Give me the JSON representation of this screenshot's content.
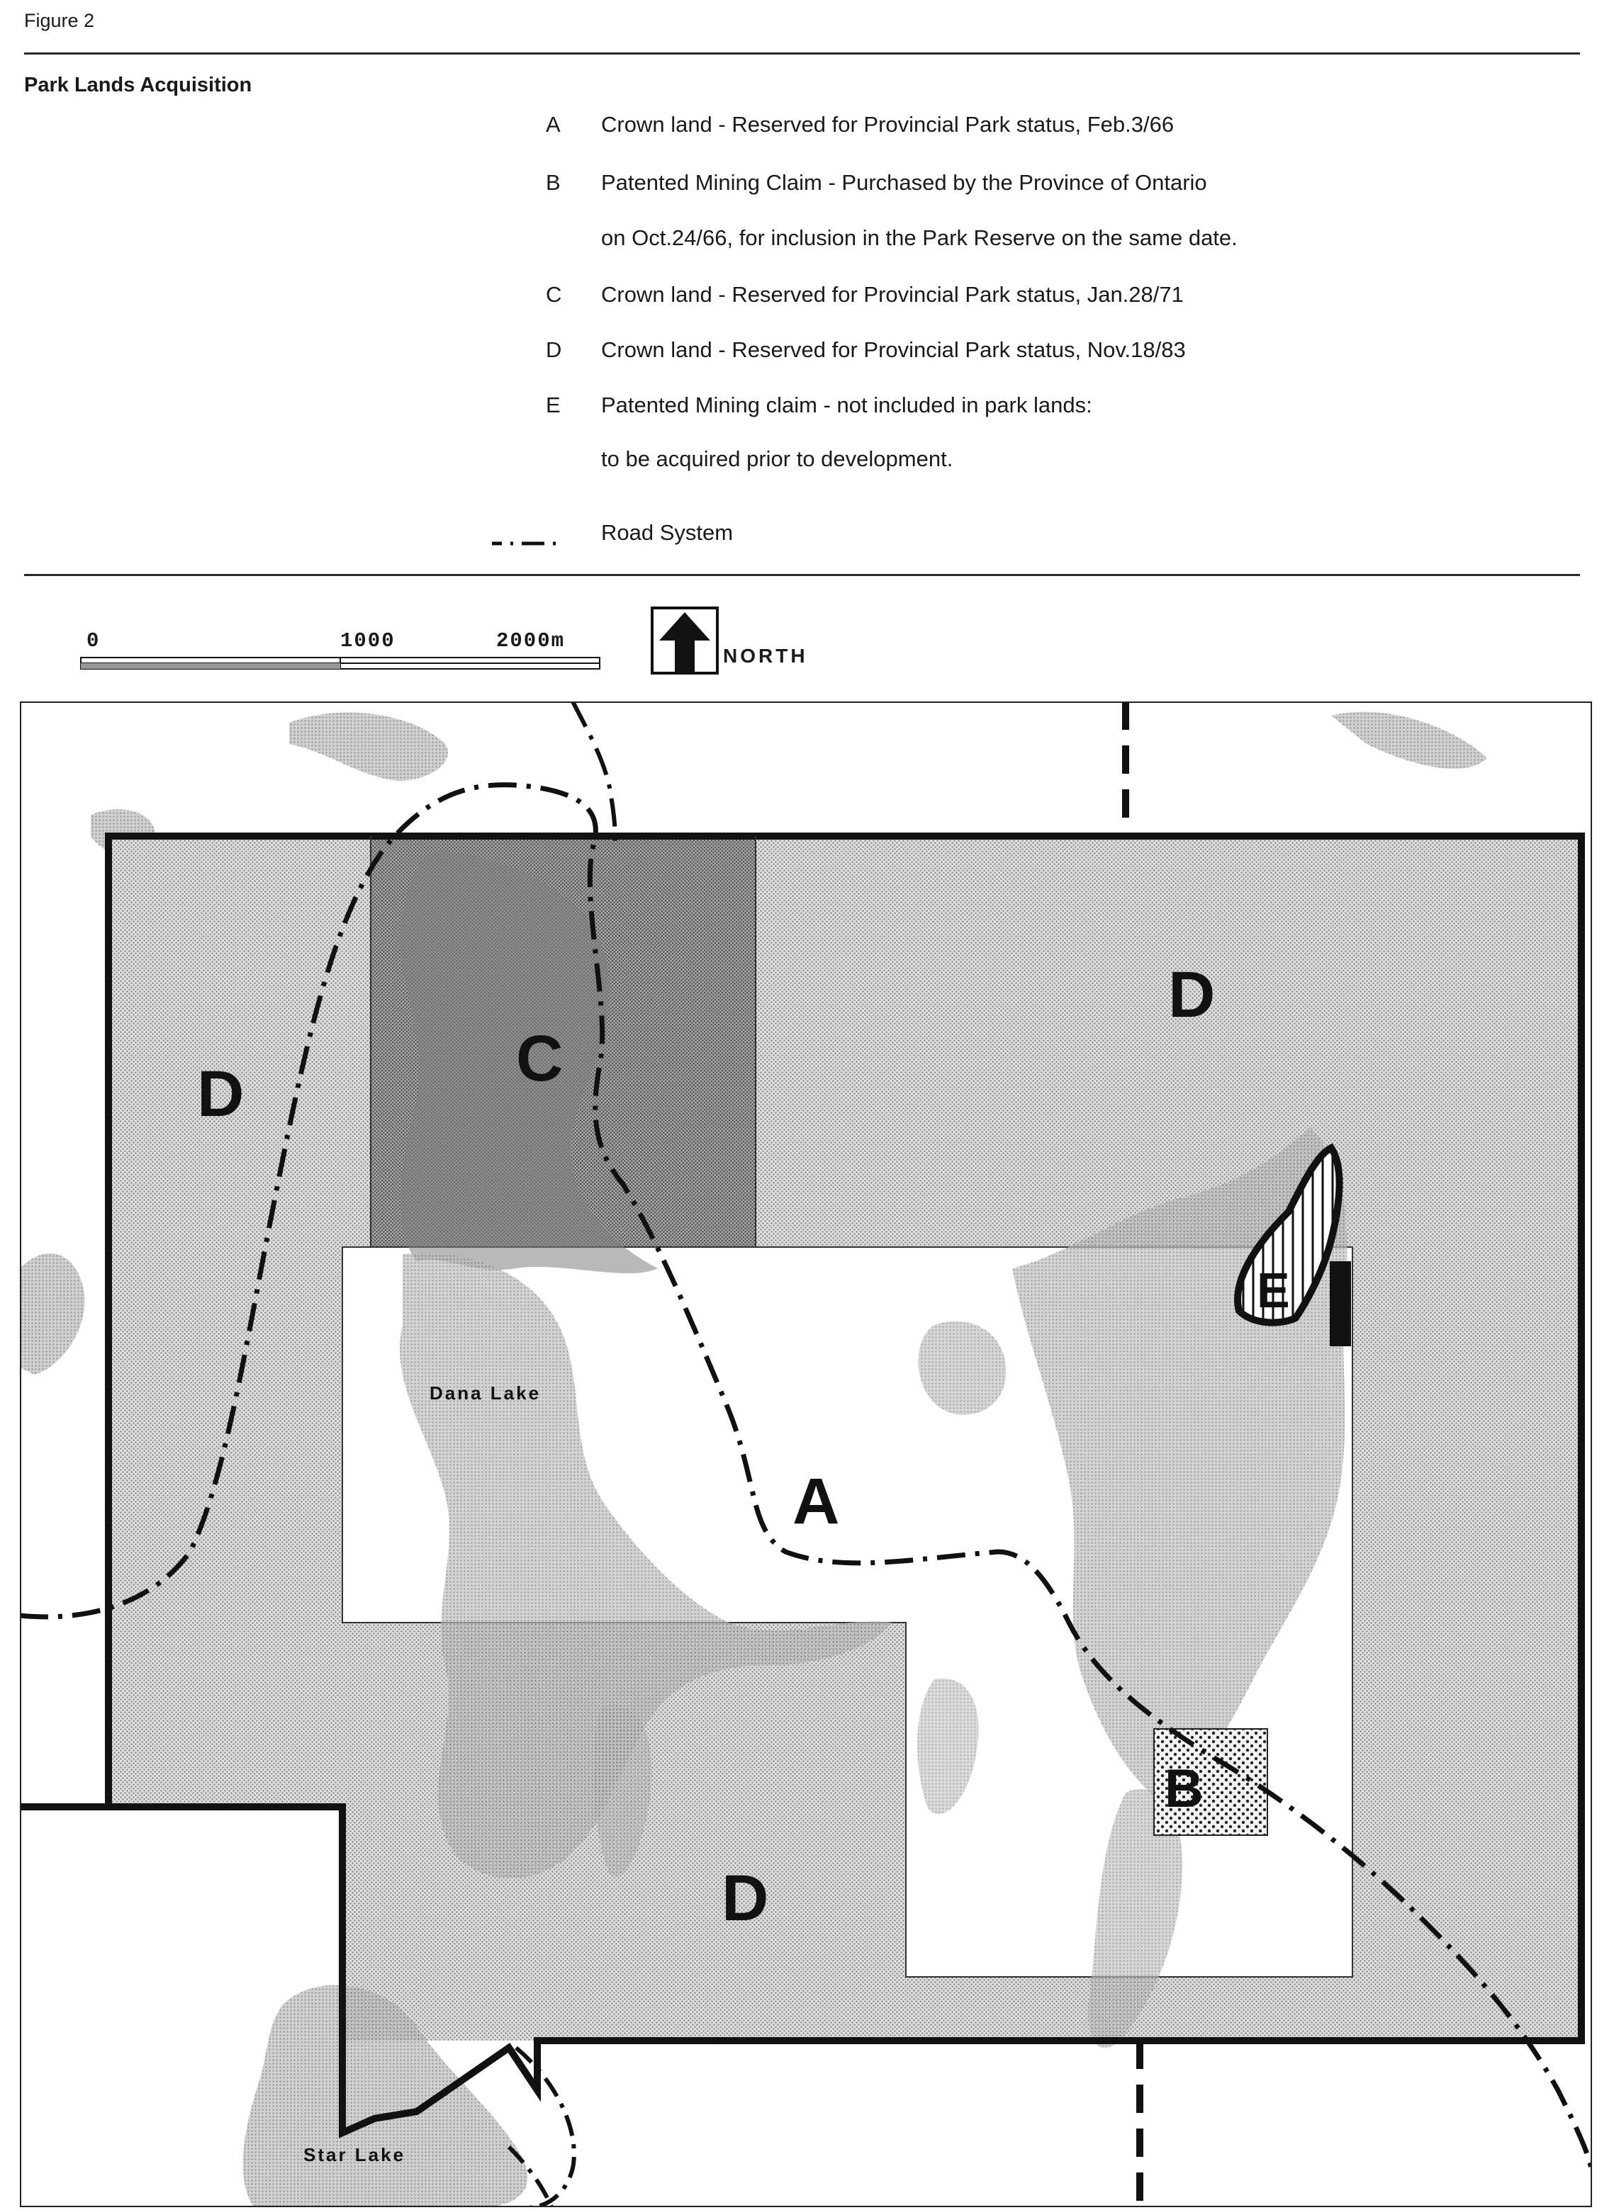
{
  "figure_label": "Figure 2",
  "title": "Park Lands Acquisition",
  "legend": {
    "items": [
      {
        "key": "A",
        "text": "Crown land - Reserved for Provincial Park status, Feb.3/66"
      },
      {
        "key": "B",
        "text": "Patented Mining Claim - Purchased by the Province of Ontario",
        "continuation": "on Oct.24/66, for inclusion in the Park Reserve on the same date."
      },
      {
        "key": "C",
        "text": "Crown land - Reserved for Provincial Park status, Jan.28/71"
      },
      {
        "key": "D",
        "text": "Crown land - Reserved for Provincial Park status, Nov.18/83"
      },
      {
        "key": "E",
        "text": "Patented Mining claim - not included in park lands:",
        "continuation": "to be acquired prior to development."
      }
    ],
    "road_label": "Road System"
  },
  "scale_bar": {
    "labels": [
      "0",
      "1000",
      "2000m"
    ]
  },
  "north_arrow": {
    "label": "NORTH"
  },
  "map": {
    "parcel_labels": [
      "D",
      "C",
      "D",
      "A",
      "E",
      "B",
      "D"
    ],
    "lake_labels": [
      "Dana Lake",
      "Star Lake"
    ],
    "colors": {
      "stipple": "#c9c9c9",
      "lake": "#a9a9a9",
      "parcel_c": "#9a9a9a",
      "boundary": "#111111"
    }
  }
}
